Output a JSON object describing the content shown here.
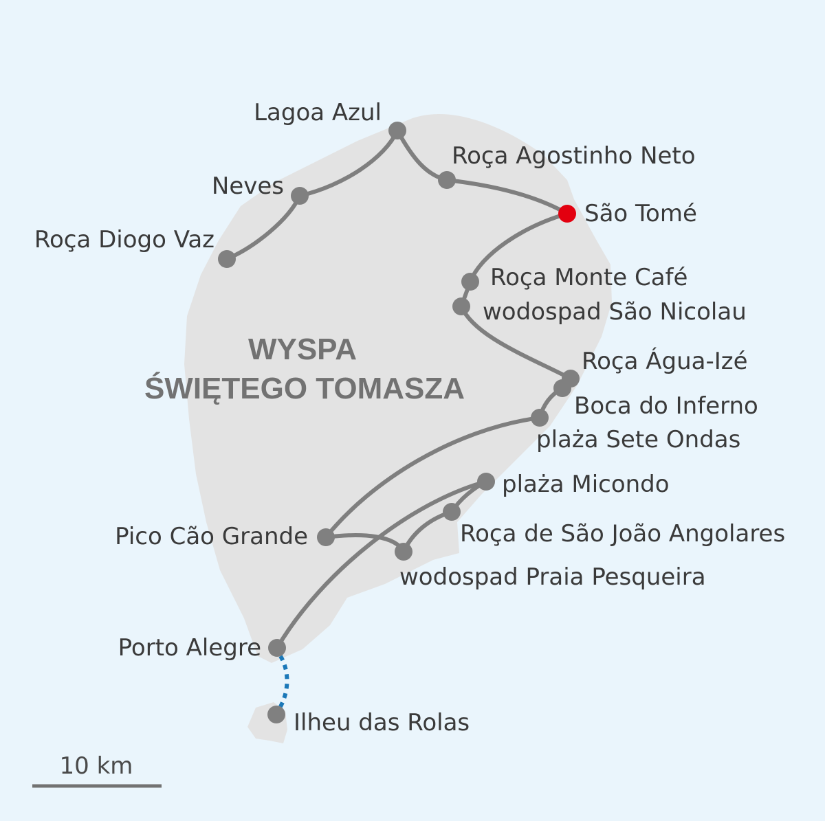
{
  "region_label": {
    "line1": "WYSPA",
    "line2": "ŚWIĘTEGO TOMASZA"
  },
  "capital": "São Tomé",
  "places": {
    "lagoa_azul": "Lagoa Azul",
    "roca_agostinho_neto": "Roça Agostinho Neto",
    "neves": "Neves",
    "roca_diogo_vaz": "Roça Diogo Vaz",
    "sao_tome": "São Tomé",
    "roca_monte_cafe": "Roça Monte Café",
    "wodospad_sao_nicolau": "wodospad São Nicolau",
    "roca_agua_ize": "Roça Água-Izé",
    "boca_do_inferno": "Boca do Inferno",
    "plaza_sete_ondas": "plaża Sete Ondas",
    "plaza_micondo": "plaża Micondo",
    "pico_cao_grande": "Pico Cão Grande",
    "roca_de_sao_joao_angolares": "Roça de São João Angolares",
    "wodospad_praia_pesqueira": "wodospad Praia Pesqueira",
    "porto_alegre": "Porto Alegre",
    "ilheu_das_rolas": "Ilheu das Rolas"
  },
  "scale": {
    "label": "10 km"
  },
  "colors": {
    "sea": "#eaf5fc",
    "land": "#e3e3e3",
    "route": "#7f7f7f",
    "stop": "#808080",
    "capital_marker": "#e3000f",
    "ferry_route": "#1b78b8"
  }
}
